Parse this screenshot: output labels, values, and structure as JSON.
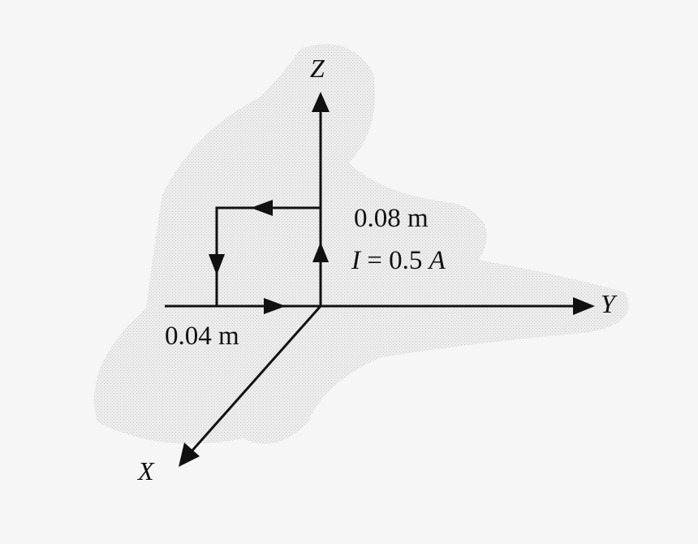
{
  "axes": {
    "x_label": "X",
    "y_label": "Y",
    "z_label": "Z"
  },
  "annotations": {
    "height_label": "0.08 m",
    "width_label": "0.04 m",
    "current_symbol": "I",
    "current_eq": " = 0.5 ",
    "current_unit": "A"
  },
  "colors": {
    "background": "#f6f6f6",
    "shade": "#e6e6e6",
    "ink": "#111111"
  }
}
